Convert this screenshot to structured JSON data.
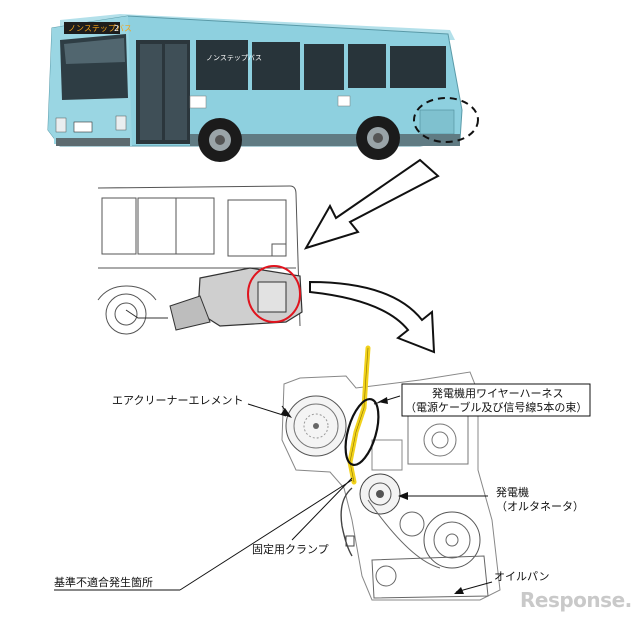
{
  "bus": {
    "destination_sign": "ノンステップバス",
    "route_number": "2",
    "side_sign": "ノンステップバス"
  },
  "labels": {
    "air_cleaner": "エアクリーナーエレメント",
    "harness_line1": "発電機用ワイヤーハーネス",
    "harness_line2": "（電源ケーブル及び信号線5本の束）",
    "alternator_line1": "発電機",
    "alternator_line2": "（オルタネータ）",
    "clamp": "固定用クランプ",
    "defect_location": "基準不適合発生箇所",
    "oil_pan": "オイルパン"
  },
  "watermark": "Response.",
  "colors": {
    "bus_body": "#8ed0df",
    "bus_roof": "#a9dde8",
    "harness": "#f2d21b",
    "highlight_circle": "#e0141e",
    "line": "#222222"
  }
}
